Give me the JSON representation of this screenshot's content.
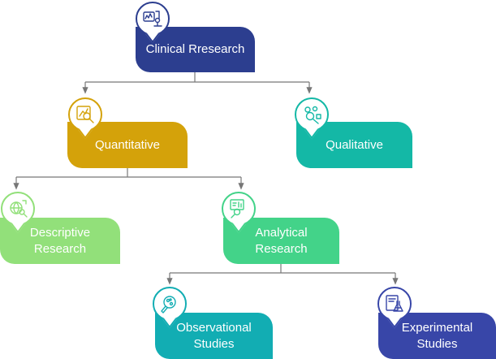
{
  "diagram": {
    "nodes": {
      "clinical": {
        "lines": [
          "Clinical Rresearch"
        ],
        "color": "#2c3e8f",
        "icon": "microscope-chart-icon"
      },
      "quantitative": {
        "lines": [
          "Quantitative"
        ],
        "color": "#d4a20a",
        "icon": "chart-magnifier-icon"
      },
      "qualitative": {
        "lines": [
          "Qualitative"
        ],
        "color": "#14b8a6",
        "icon": "gears-magnifier-icon"
      },
      "descriptive": {
        "lines": [
          "Descriptive",
          "Research"
        ],
        "color": "#92e07a",
        "icon": "globe-magnifier-icon"
      },
      "analytical": {
        "lines": [
          "Analytical",
          "Research"
        ],
        "color": "#43d389",
        "icon": "report-magnifier-icon"
      },
      "observational": {
        "lines": [
          "Observational",
          "Studies"
        ],
        "color": "#12adb3",
        "icon": "cell-magnifier-icon"
      },
      "experimental": {
        "lines": [
          "Experimental",
          "Studies"
        ],
        "color": "#3846a8",
        "icon": "flask-report-icon"
      }
    },
    "connector_color": "#777777",
    "edges": [
      [
        "clinical",
        "quantitative"
      ],
      [
        "clinical",
        "qualitative"
      ],
      [
        "quantitative",
        "descriptive"
      ],
      [
        "quantitative",
        "analytical"
      ],
      [
        "analytical",
        "observational"
      ],
      [
        "analytical",
        "experimental"
      ]
    ]
  }
}
